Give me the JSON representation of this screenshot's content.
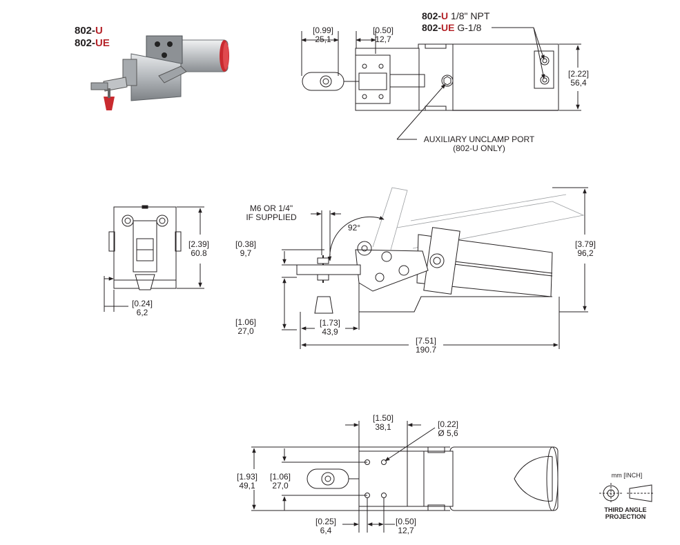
{
  "models": {
    "u_prefix": "802-",
    "u_suffix": "U",
    "ue_prefix": "802-",
    "ue_suffix": "UE"
  },
  "ports": {
    "u_prefix": "802-",
    "u_suffix": "U",
    "u_thread": "1/8\" NPT",
    "ue_prefix": "802-",
    "ue_suffix": "UE",
    "ue_thread": "G-1/8"
  },
  "top_view": {
    "dim_a_in": "[0.99]",
    "dim_a_mm": "25,1",
    "dim_b_in": "[0.50]",
    "dim_b_mm": "12,7",
    "dim_c_in": "[2.22]",
    "dim_c_mm": "56,4",
    "aux_port_line1": "AUXILIARY UNCLAMP PORT",
    "aux_port_line2": "(802-U ONLY)"
  },
  "end_view": {
    "dim_h_in": "[2.39]",
    "dim_h_mm": "60.8",
    "dim_w_in": "[0.24]",
    "dim_w_mm": "6,2"
  },
  "side_view": {
    "note_line1": "M6 OR 1/4\"",
    "note_line2": "IF SUPPLIED",
    "angle": "92°",
    "dim_a_in": "[0.38]",
    "dim_a_mm": "9,7",
    "dim_b_in": "[1.06]",
    "dim_b_mm": "27,0",
    "dim_c_in": "[1.73]",
    "dim_c_mm": "43,9",
    "dim_d_in": "[7.51]",
    "dim_d_mm": "190.7",
    "dim_e_in": "[3.79]",
    "dim_e_mm": "96,2"
  },
  "bottom_view": {
    "dim_a_in": "[1.50]",
    "dim_a_mm": "38,1",
    "dim_b_in": "[0.22]",
    "dim_b_mm": "Ø 5,6",
    "dim_c_in": "[1.93]",
    "dim_c_mm": "49,1",
    "dim_d_in": "[1.06]",
    "dim_d_mm": "27,0",
    "dim_e_in": "[0.25]",
    "dim_e_mm": "6,4",
    "dim_f_in": "[0.50]",
    "dim_f_mm": "12,7"
  },
  "projection": {
    "units": "mm [INCH]",
    "line1": "THIRD ANGLE",
    "line2": "PROJECTION"
  },
  "colors": {
    "line": "#231f20",
    "accent_red": "#b5242a",
    "metal": "#b9bcc0"
  }
}
